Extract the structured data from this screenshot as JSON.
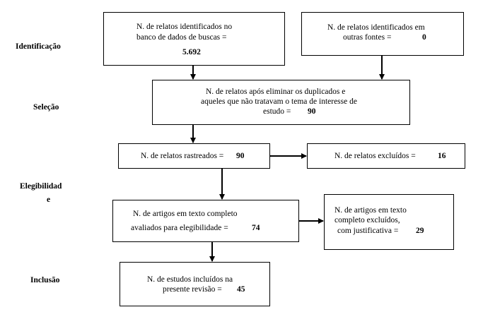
{
  "stages": {
    "identificacao": "Identificação",
    "selecao": "Seleção",
    "elegibilidade_1": "Elegibilidad",
    "elegibilidade_2": "e",
    "inclusao": "Inclusão"
  },
  "boxes": {
    "database": {
      "line1": "N. de relatos identificados no",
      "line2": "banco de dados de buscas =",
      "value": "5.692"
    },
    "other_sources": {
      "line1": "N. de relatos identificados em",
      "line2": "outras fontes =",
      "value": "0"
    },
    "after_duplicates": {
      "line1": "N. de relatos após eliminar os duplicados e",
      "line2": "aqueles que não tratavam o tema de interesse de",
      "line3": "estudo =",
      "value": "90"
    },
    "screened": {
      "text": "N. de relatos rastreados =",
      "value": "90"
    },
    "excluded": {
      "text": "N. de relatos excluídos =",
      "value": "16"
    },
    "fulltext": {
      "line1": "N. de artigos em texto completo",
      "line2": "avaliados para elegibilidade =",
      "value": "74"
    },
    "fulltext_excluded": {
      "line1": "N. de artigos em texto",
      "line2": "completo excluídos,",
      "line3": "com justificativa =",
      "value": "29"
    },
    "included": {
      "line1": "N. de estudos incluídos na",
      "line2": "presente revisão =",
      "value": "45"
    }
  }
}
